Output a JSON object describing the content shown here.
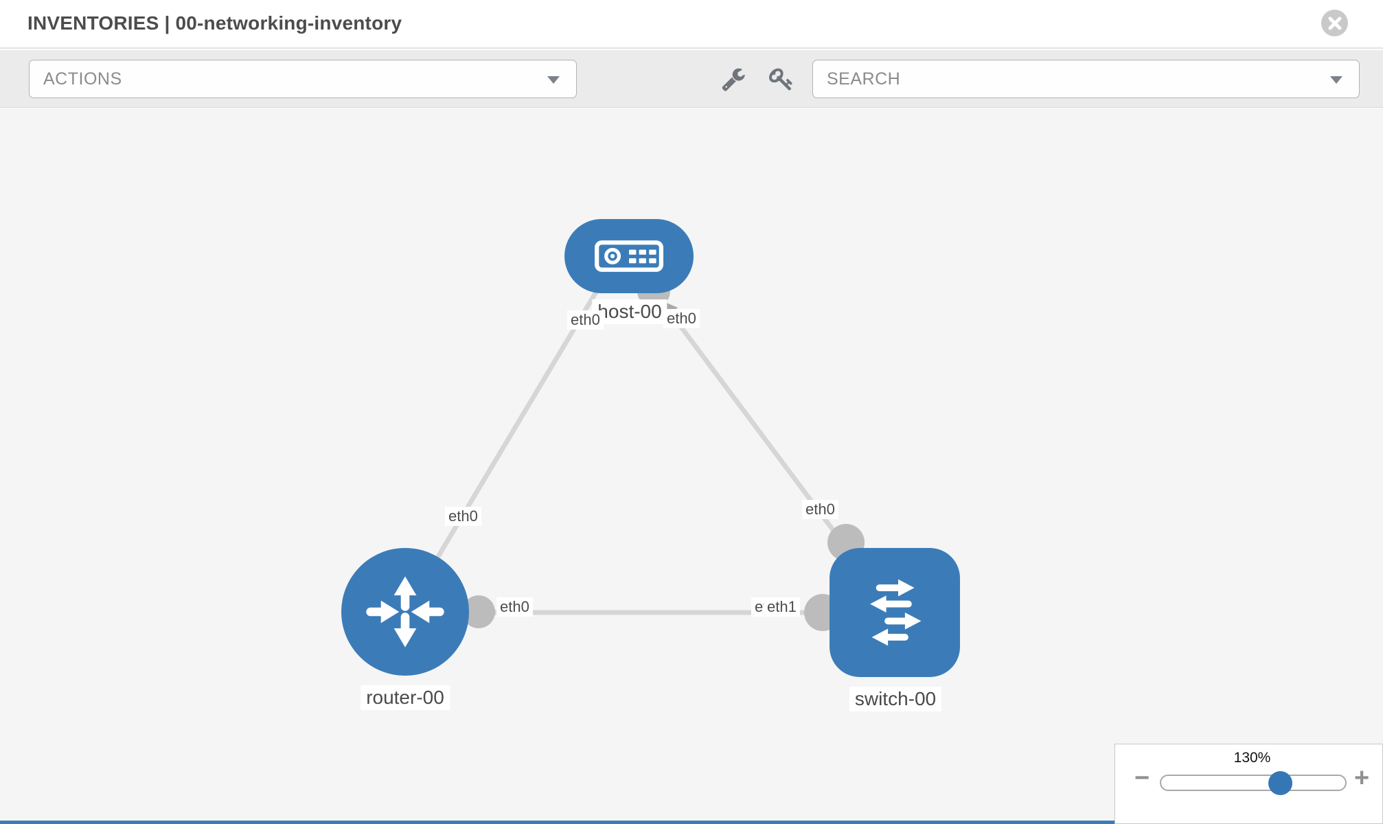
{
  "header": {
    "title": "INVENTORIES | 00-networking-inventory"
  },
  "toolbar": {
    "actions_label": "ACTIONS",
    "search_placeholder": "SEARCH",
    "tool_icons": [
      "wrench-icon",
      "key-icon"
    ]
  },
  "topology": {
    "nodes": [
      {
        "id": "host-00",
        "type": "host",
        "label": "host-00"
      },
      {
        "id": "router-00",
        "type": "router",
        "label": "router-00"
      },
      {
        "id": "switch-00",
        "type": "switch",
        "label": "switch-00"
      }
    ],
    "links": [
      {
        "from": "host-00",
        "from_iface": "eth0",
        "to": "router-00",
        "to_iface": "eth0"
      },
      {
        "from": "host-00",
        "from_iface": "eth0",
        "to": "switch-00",
        "to_iface": "eth0"
      },
      {
        "from": "router-00",
        "from_iface": "eth0",
        "to": "switch-00",
        "to_iface": "eth1"
      }
    ],
    "iface_labels": {
      "host_left": "eth0",
      "host_right": "eth0",
      "router_top": "eth0",
      "switch_top": "eth0",
      "router_right": "eth0",
      "switch_back": "eth0",
      "switch_front": "eth1"
    }
  },
  "zoom_control": {
    "level": "130%",
    "minus_label": "−",
    "plus_label": "+"
  },
  "colors": {
    "node_blue": "#3b7cb8",
    "link_gray": "#d6d6d6",
    "iface_dot_gray": "#bcbcbc",
    "toolbar_gray": "#ebebeb",
    "canvas_gray": "#f5f5f5"
  }
}
